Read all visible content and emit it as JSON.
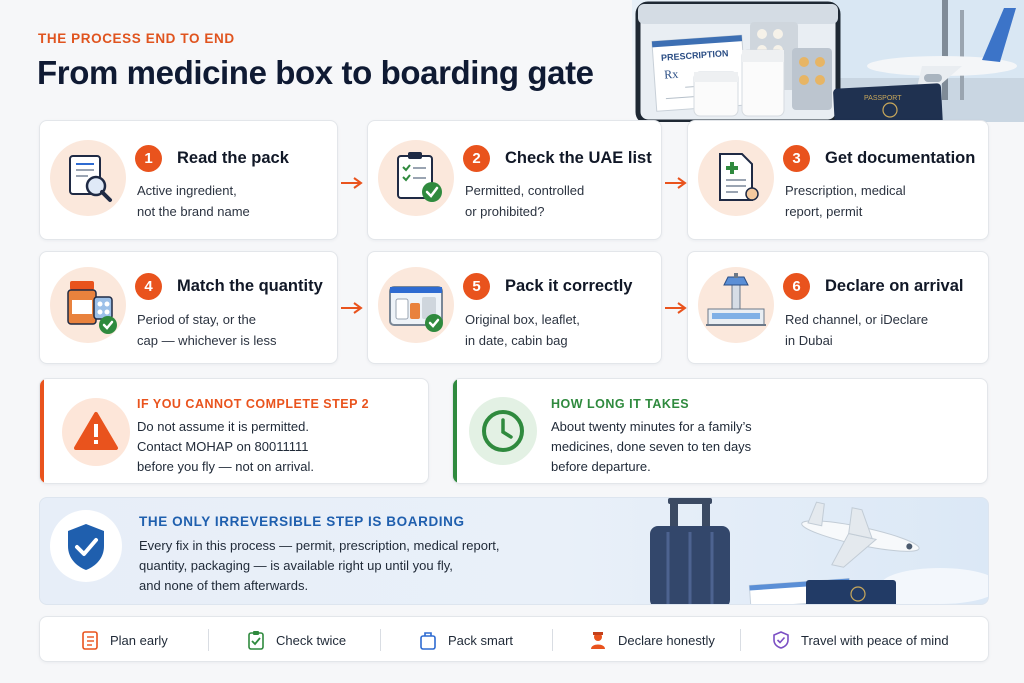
{
  "header": {
    "kicker": "THE PROCESS END TO END",
    "title": "From medicine box to boarding gate"
  },
  "hero": {
    "prescription_label": "PRESCRIPTION",
    "passport_label": "PASSPORT"
  },
  "steps": [
    {
      "number": "1",
      "title": "Read the pack",
      "line1": "Active ingredient,",
      "line2": "not the brand name",
      "icon": "magnifier-document-icon"
    },
    {
      "number": "2",
      "title": "Check the UAE list",
      "line1": "Permitted, controlled",
      "line2": "or prohibited?",
      "icon": "clipboard-check-icon"
    },
    {
      "number": "3",
      "title": "Get documentation",
      "line1": "Prescription, medical",
      "line2": "report, permit",
      "icon": "medical-document-icon"
    },
    {
      "number": "4",
      "title": "Match the quantity",
      "line1": "Period of stay, or the",
      "line2": "cap — whichever is less",
      "icon": "pill-bottle-icon"
    },
    {
      "number": "5",
      "title": "Pack it correctly",
      "line1": "Original box, leaflet,",
      "line2": "in date, cabin bag",
      "icon": "packed-bag-icon"
    },
    {
      "number": "6",
      "title": "Declare on arrival",
      "line1": "Red channel, or iDeclare",
      "line2": "in Dubai",
      "icon": "airport-tower-icon"
    }
  ],
  "warning": {
    "title": "IF YOU CANNOT COMPLETE STEP 2",
    "line1": "Do not assume it is permitted.",
    "line2": "Contact MOHAP on 80011111",
    "line3": "before you fly — not on arrival.",
    "color": "#e9531d"
  },
  "timing": {
    "title": "HOW LONG IT TAKES",
    "line1": "About twenty minutes for a family’s",
    "line2": "medicines, done seven to ten days",
    "line3": "before departure.",
    "color": "#2f8a3e"
  },
  "banner": {
    "title": "THE ONLY IRREVERSIBLE STEP IS BOARDING",
    "line1": "Every fix in this process — permit, prescription, medical report,",
    "line2": "quantity, packaging — is available right up until you fly,",
    "line3": "and none of them afterwards.",
    "color": "#1f5fae"
  },
  "footer": [
    {
      "label": "Plan early",
      "icon": "checklist-icon"
    },
    {
      "label": "Check twice",
      "icon": "clipboard-check-icon"
    },
    {
      "label": "Pack smart",
      "icon": "bag-icon"
    },
    {
      "label": "Declare honestly",
      "icon": "officer-icon"
    },
    {
      "label": "Travel with peace of mind",
      "icon": "shield-check-icon"
    }
  ]
}
